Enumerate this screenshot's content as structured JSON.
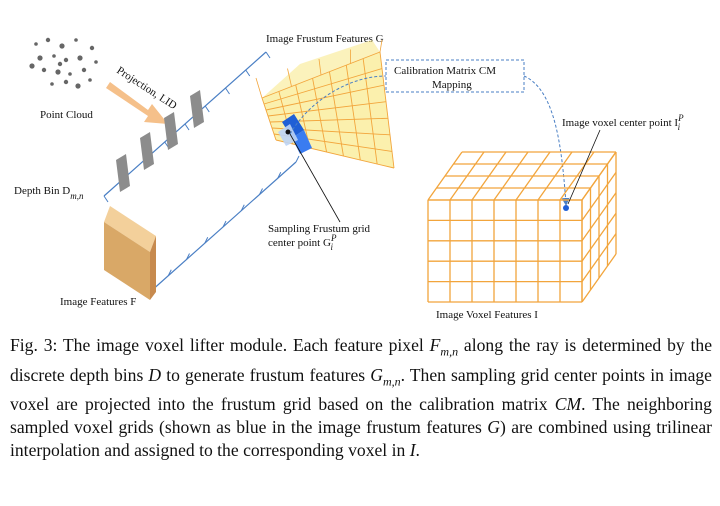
{
  "figure": {
    "labels": {
      "point_cloud": "Point Cloud",
      "projection": "Projection, LID",
      "depth_bin": "Depth Bin D",
      "depth_bin_sub": "m,n",
      "image_features": "Image Features F",
      "frustum_title": "Image Frustum Features G",
      "calib_line1": "Calibration Matrix CM",
      "calib_line2": "Mapping",
      "voxel_center": "Image voxel center point I",
      "voxel_center_sup": "P",
      "voxel_center_sub": "i",
      "sampling_line1": "Sampling Frustum grid",
      "sampling_line2": "center point G",
      "sampling_sup": "P",
      "sampling_sub": "i",
      "voxel_features": "Image Voxel Features I"
    },
    "colors": {
      "grid_orange": "#f2a53c",
      "frustum_yellow": "#f7e36a",
      "sampled_blue": "#1f5fd6",
      "feature_tan": "#d9a867",
      "ray_blue": "#4a7fc4",
      "bin_gray": "#8c8c8c",
      "arrow_peach": "#f5c08a"
    }
  },
  "caption": {
    "part1": "Fig. 3: The image voxel lifter module. Each feature pixel ",
    "m1": "F",
    "m1sub": "m,n",
    "part2": " along the ray is determined by the discrete depth bins ",
    "m2": "D",
    "part3": " to generate frustum features ",
    "m3": "G",
    "m3sub": "m,n",
    "part4": ". Then sampling grid center points in image voxel are projected into the frustum grid based on the calibration matrix ",
    "m4": "CM",
    "part5": ". The neighboring sampled voxel grids (shown as blue in the image frustum features ",
    "m5": "G",
    "part6": ") are combined using trilinear interpolation and assigned to the corresponding voxel in ",
    "m6": "I",
    "part7": "."
  }
}
